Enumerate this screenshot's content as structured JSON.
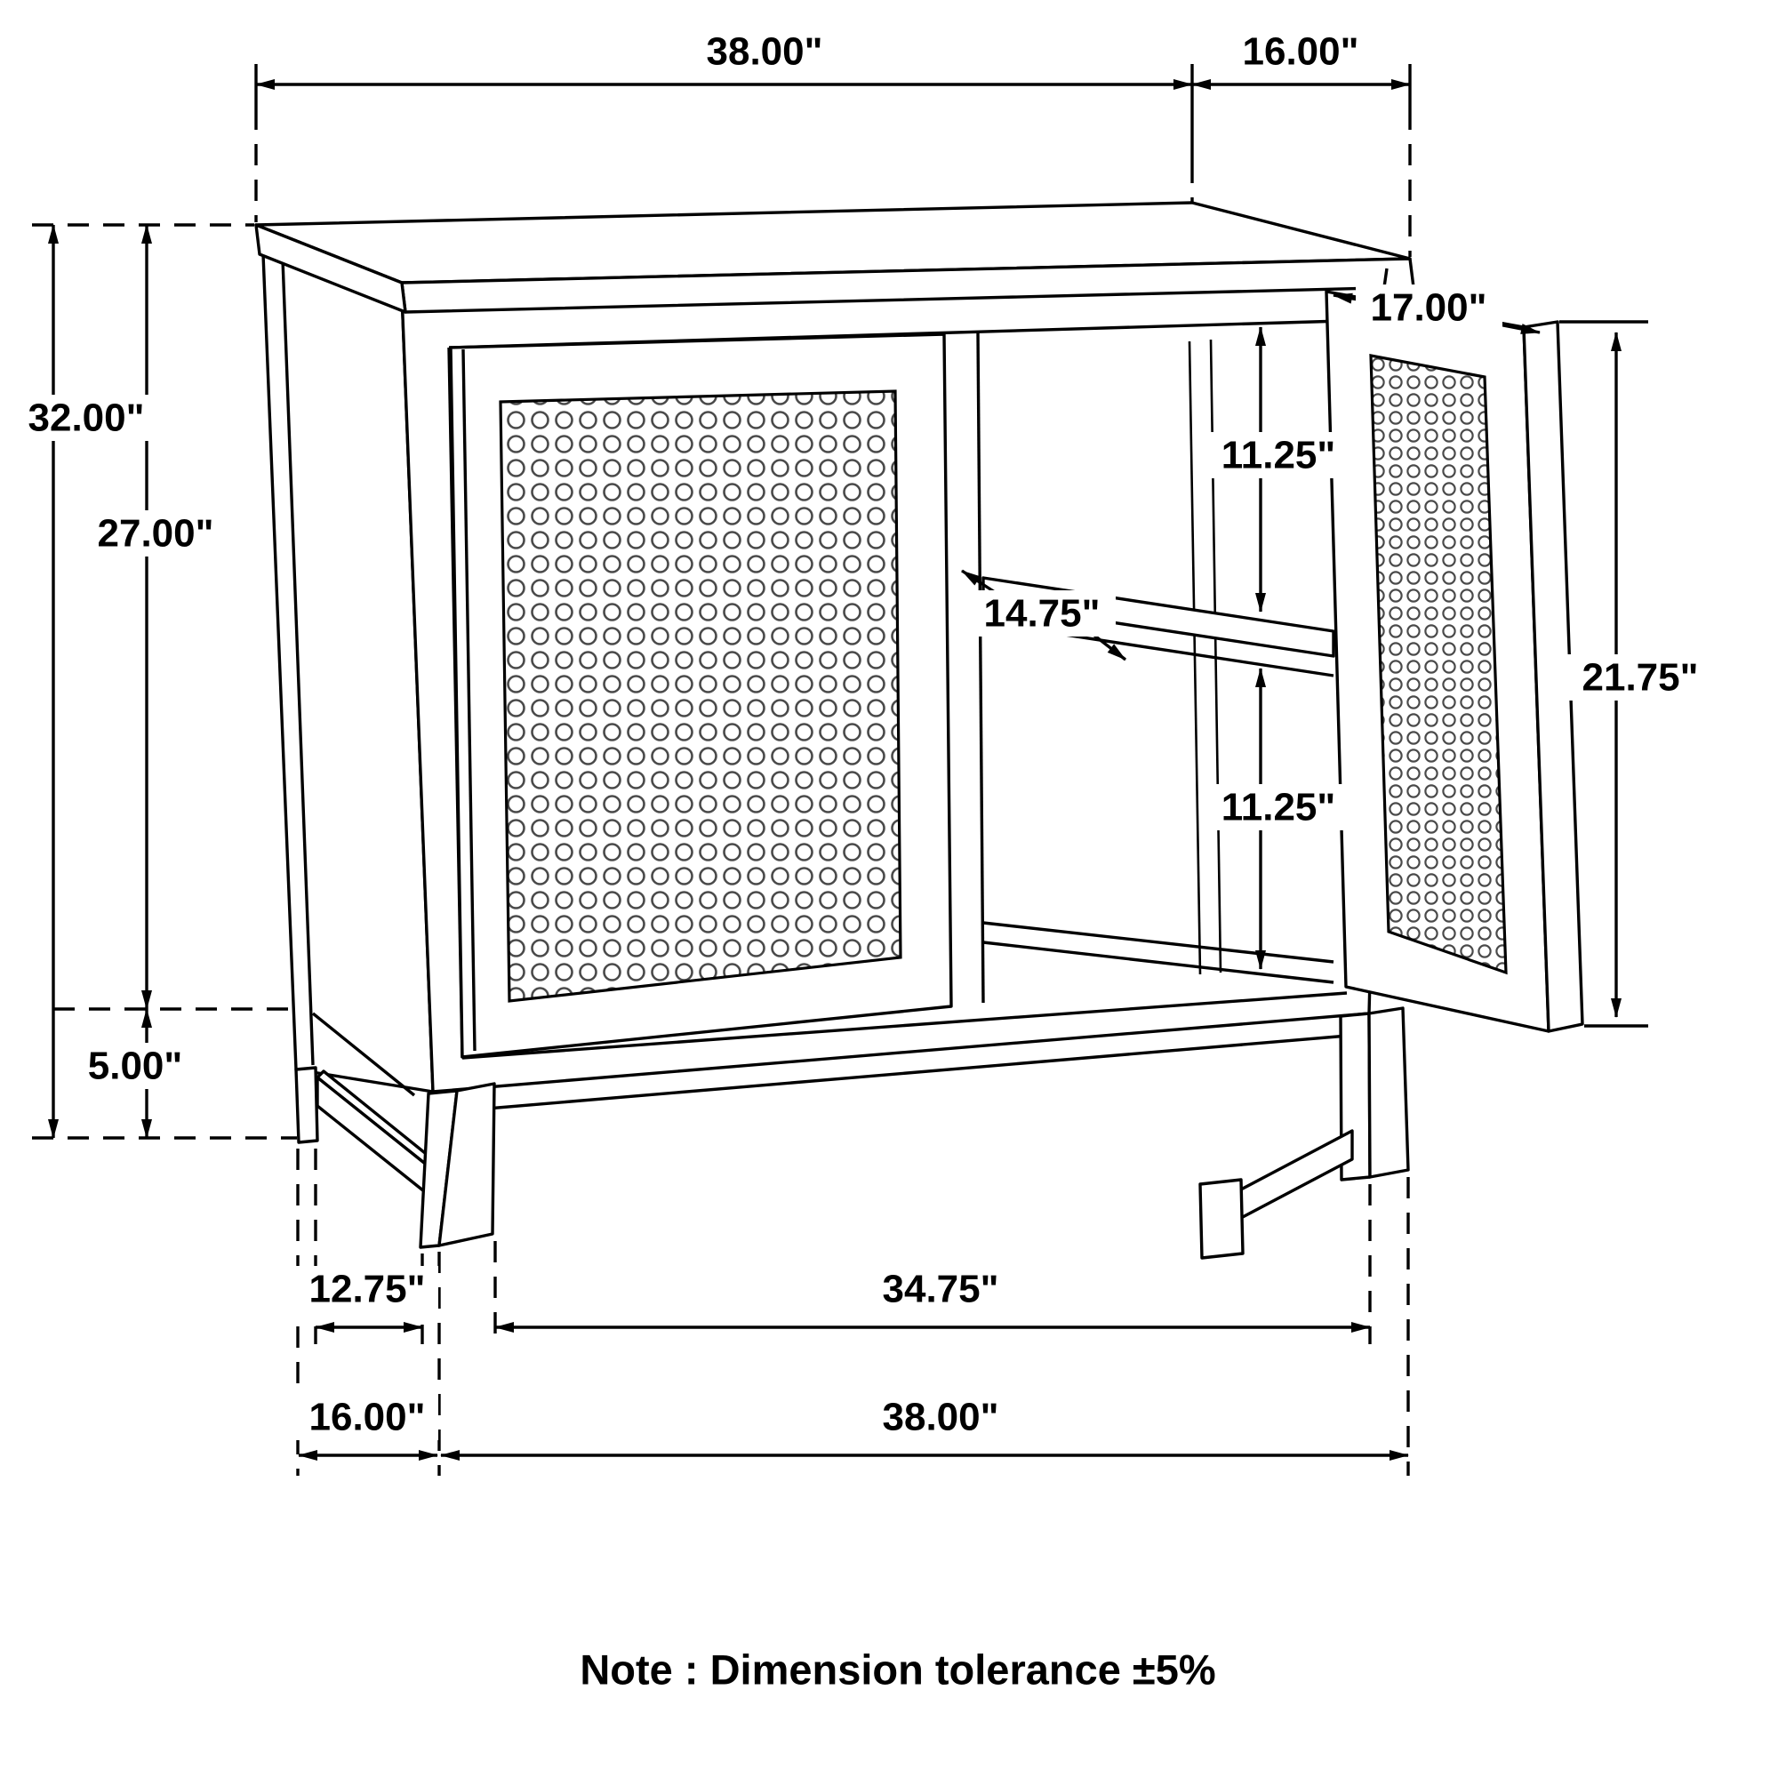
{
  "note": {
    "text": "Note : Dimension tolerance ±5%"
  },
  "colors": {
    "line": "#000000",
    "background": "#ffffff",
    "mesh": "#4a4a4a"
  },
  "dimensions": {
    "top_width": "38.00\"",
    "top_depth": "16.00\"",
    "overall_height": "32.00\"",
    "case_height": "27.00\"",
    "leg_height": "5.00\"",
    "upper_opening_height": "11.25\"",
    "shelf_depth": "14.75\"",
    "lower_opening_height": "11.25\"",
    "door_width": "17.00\"",
    "door_height": "21.75\"",
    "side_leg_spacing": "12.75\"",
    "base_depth": "16.00\"",
    "front_leg_spacing": "34.75\"",
    "base_width": "38.00\""
  }
}
